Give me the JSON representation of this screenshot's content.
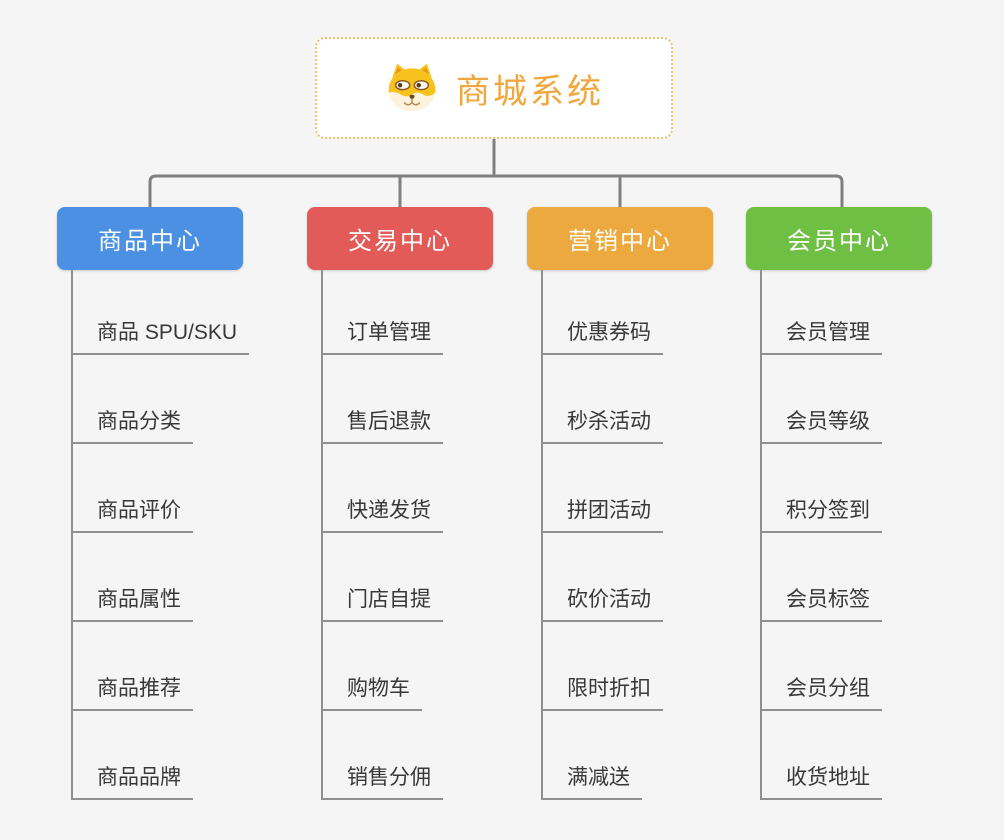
{
  "root": {
    "title": "商城系统",
    "icon": "dog-face-icon",
    "text_color": "#F0A73D",
    "border_color": "#F3BE6F"
  },
  "branches": [
    {
      "label": "商品中心",
      "color": "#4B90E2",
      "children": [
        "商品 SPU/SKU",
        "商品分类",
        "商品评价",
        "商品属性",
        "商品推荐",
        "商品品牌"
      ]
    },
    {
      "label": "交易中心",
      "color": "#E25B58",
      "children": [
        "订单管理",
        "售后退款",
        "快递发货",
        "门店自提",
        "购物车",
        "销售分佣"
      ]
    },
    {
      "label": "营销中心",
      "color": "#EBA93F",
      "children": [
        "优惠券码",
        "秒杀活动",
        "拼团活动",
        "砍价活动",
        "限时折扣",
        "满减送"
      ]
    },
    {
      "label": "会员中心",
      "color": "#6FBF44",
      "children": [
        "会员管理",
        "会员等级",
        "积分签到",
        "会员标签",
        "会员分组",
        "收货地址"
      ]
    }
  ],
  "colors": {
    "background": "#F5F5F5",
    "connector_line": "#808080",
    "leaf_line": "#8F8F8F",
    "leaf_text": "#383838"
  }
}
